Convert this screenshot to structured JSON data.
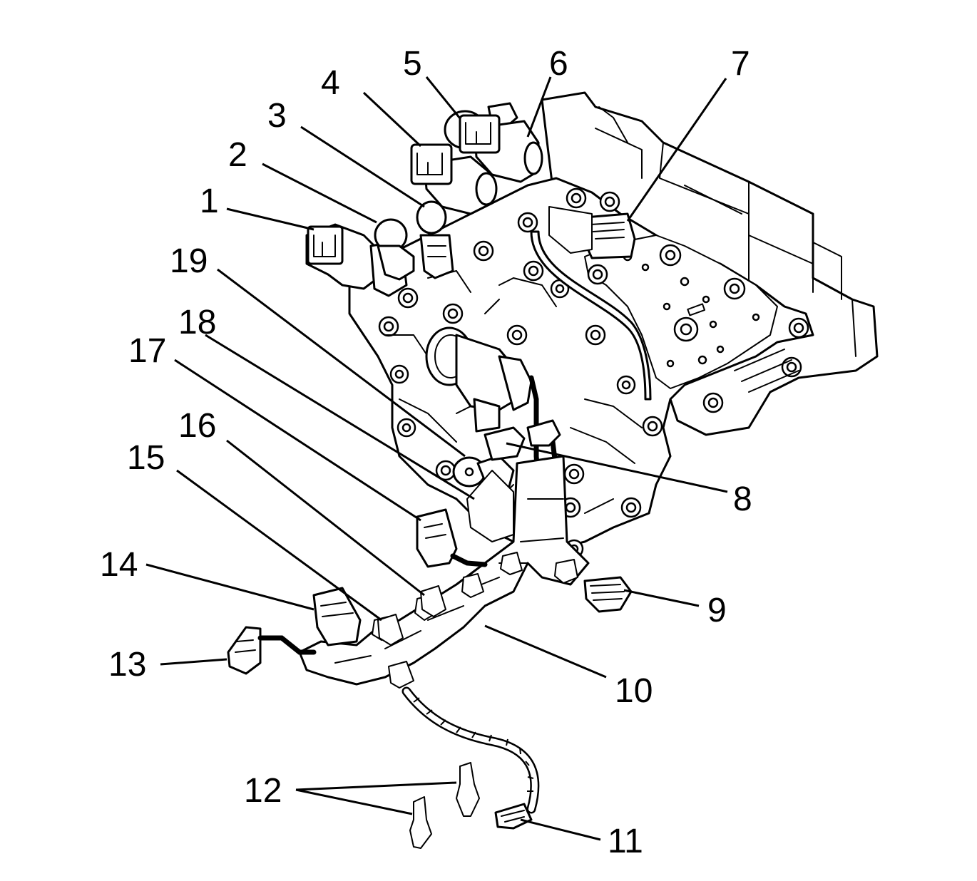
{
  "callouts": [
    {
      "id": 1,
      "label": "1"
    },
    {
      "id": 2,
      "label": "2"
    },
    {
      "id": 3,
      "label": "3"
    },
    {
      "id": 4,
      "label": "4"
    },
    {
      "id": 5,
      "label": "5"
    },
    {
      "id": 6,
      "label": "6"
    },
    {
      "id": 7,
      "label": "7"
    },
    {
      "id": 8,
      "label": "8"
    },
    {
      "id": 9,
      "label": "9"
    },
    {
      "id": 10,
      "label": "10"
    },
    {
      "id": 11,
      "label": "11"
    },
    {
      "id": 12,
      "label": "12"
    },
    {
      "id": 13,
      "label": "13"
    },
    {
      "id": 14,
      "label": "14"
    },
    {
      "id": 15,
      "label": "15"
    },
    {
      "id": 16,
      "label": "16"
    },
    {
      "id": 17,
      "label": "17"
    },
    {
      "id": 18,
      "label": "18"
    },
    {
      "id": 19,
      "label": "19"
    }
  ],
  "colors": {
    "line": "#000000",
    "background": "#ffffff"
  }
}
